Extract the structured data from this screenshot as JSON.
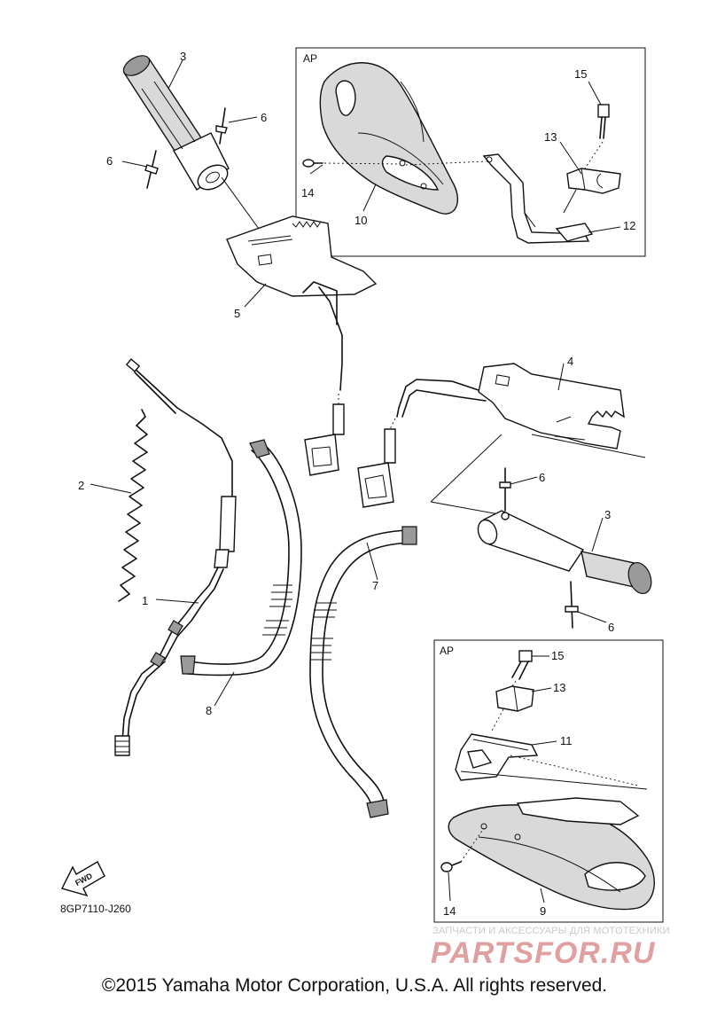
{
  "callouts": {
    "c1": "1",
    "c2": "2",
    "c3a": "3",
    "c3b": "3",
    "c4": "4",
    "c5": "5",
    "c6a": "6",
    "c6b": "6",
    "c6c": "6",
    "c6d": "6",
    "c7": "7",
    "c8": "8",
    "c9": "9",
    "c10": "10",
    "c11": "11",
    "c12": "12",
    "c13a": "13",
    "c13b": "13",
    "c14a": "14",
    "c14b": "14",
    "c15a": "15",
    "c15b": "15"
  },
  "boxes": {
    "top_label": "AP",
    "bottom_label": "AP"
  },
  "fwd_label": "FWD",
  "diagram_code": "8GP7110-J260",
  "watermark": {
    "tagline": "ЗАПЧАСТИ И АКСЕССУАРЫ ДЛЯ МОТОТЕХНИКИ",
    "logo": "PARTSFOR.RU",
    "color": "#e0a0a0"
  },
  "copyright": "©2015 Yamaha Motor Corporation, U.S.A. All rights reserved."
}
